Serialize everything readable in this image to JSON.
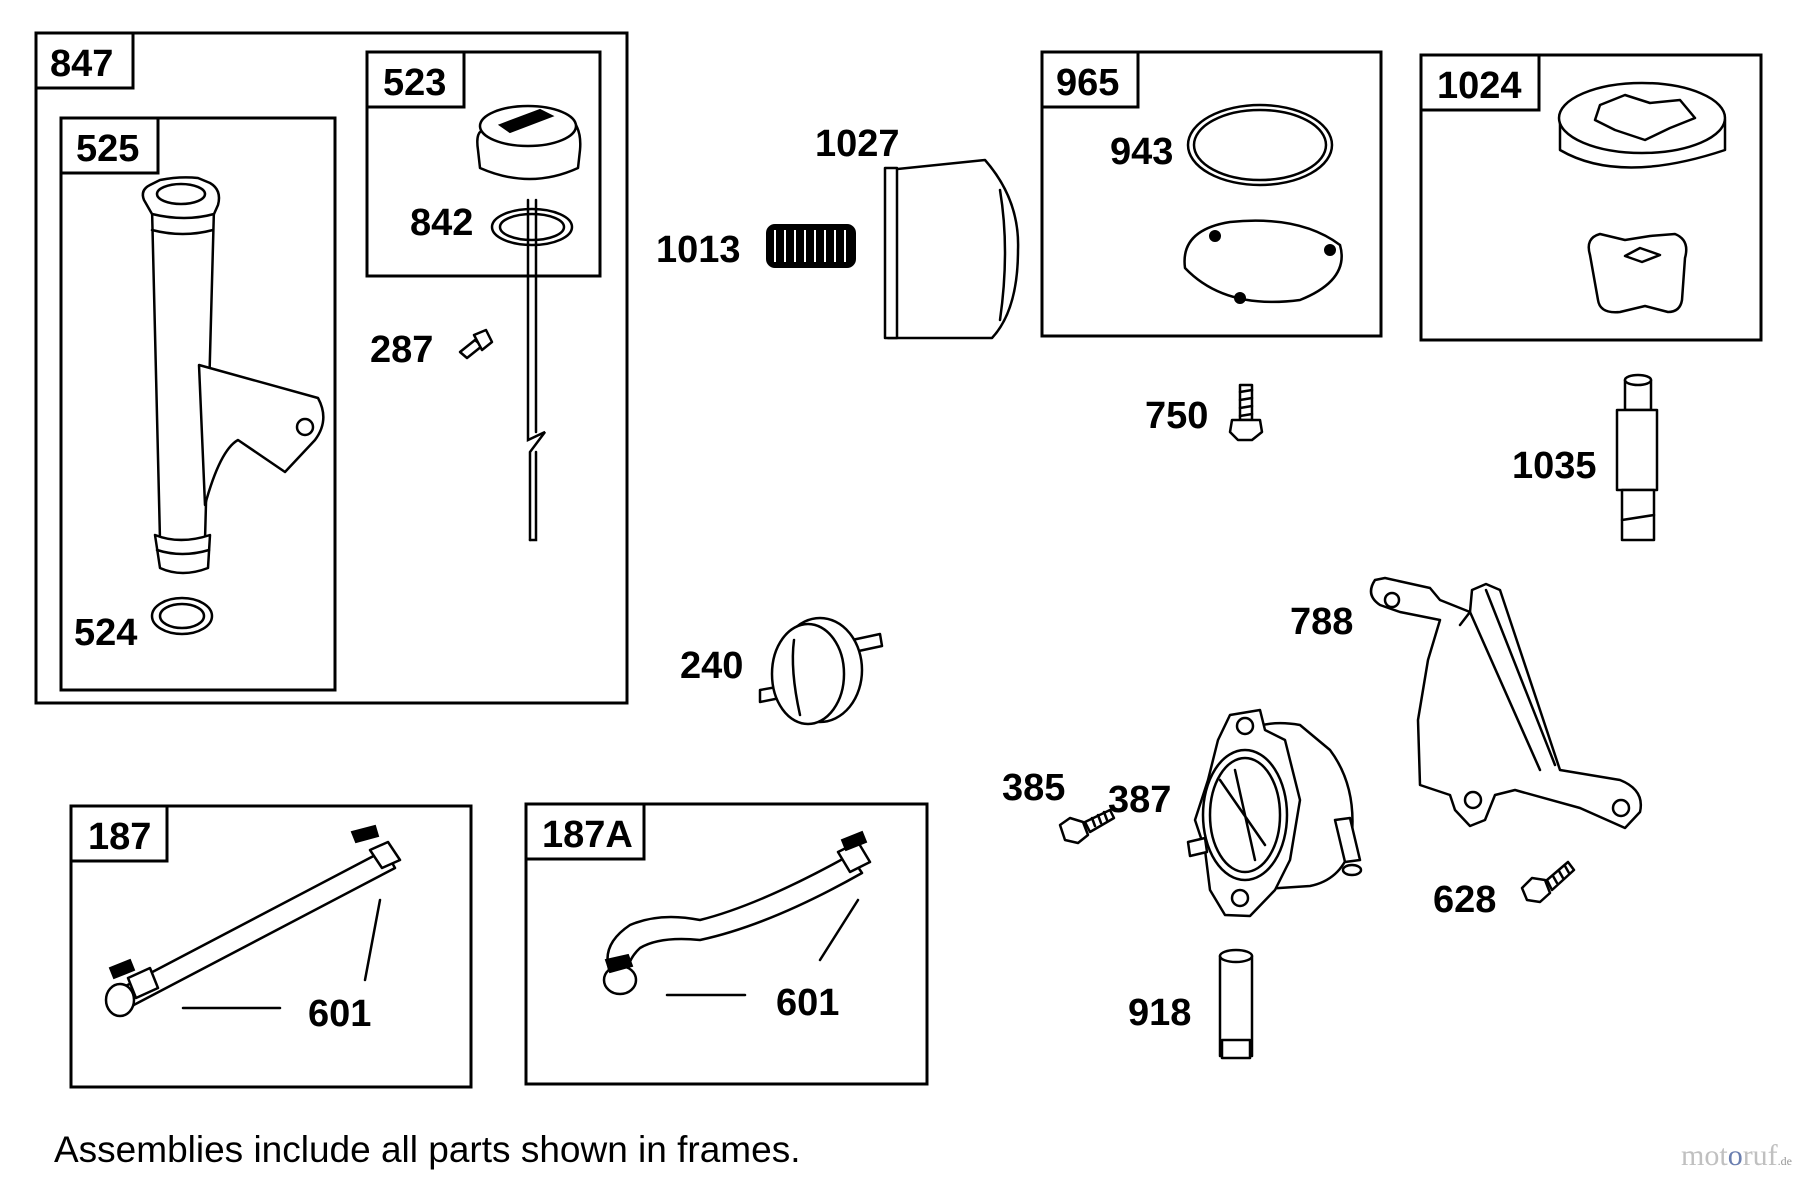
{
  "frames": {
    "f847": "847",
    "f525": "525",
    "f523": "523",
    "f965": "965",
    "f1024": "1024",
    "f187": "187",
    "f187a": "187A"
  },
  "parts": {
    "p524": "524",
    "p842": "842",
    "p287": "287",
    "p1027": "1027",
    "p1013": "1013",
    "p943": "943",
    "p750": "750",
    "p1035": "1035",
    "p240": "240",
    "p788": "788",
    "p385": "385",
    "p387": "387",
    "p628": "628",
    "p918": "918",
    "p601a": "601",
    "p601b": "601"
  },
  "note": "Assemblies include all parts shown in frames.",
  "watermark": {
    "a": "mot",
    "b": "o",
    "c": "ruf",
    "d": ".de"
  }
}
